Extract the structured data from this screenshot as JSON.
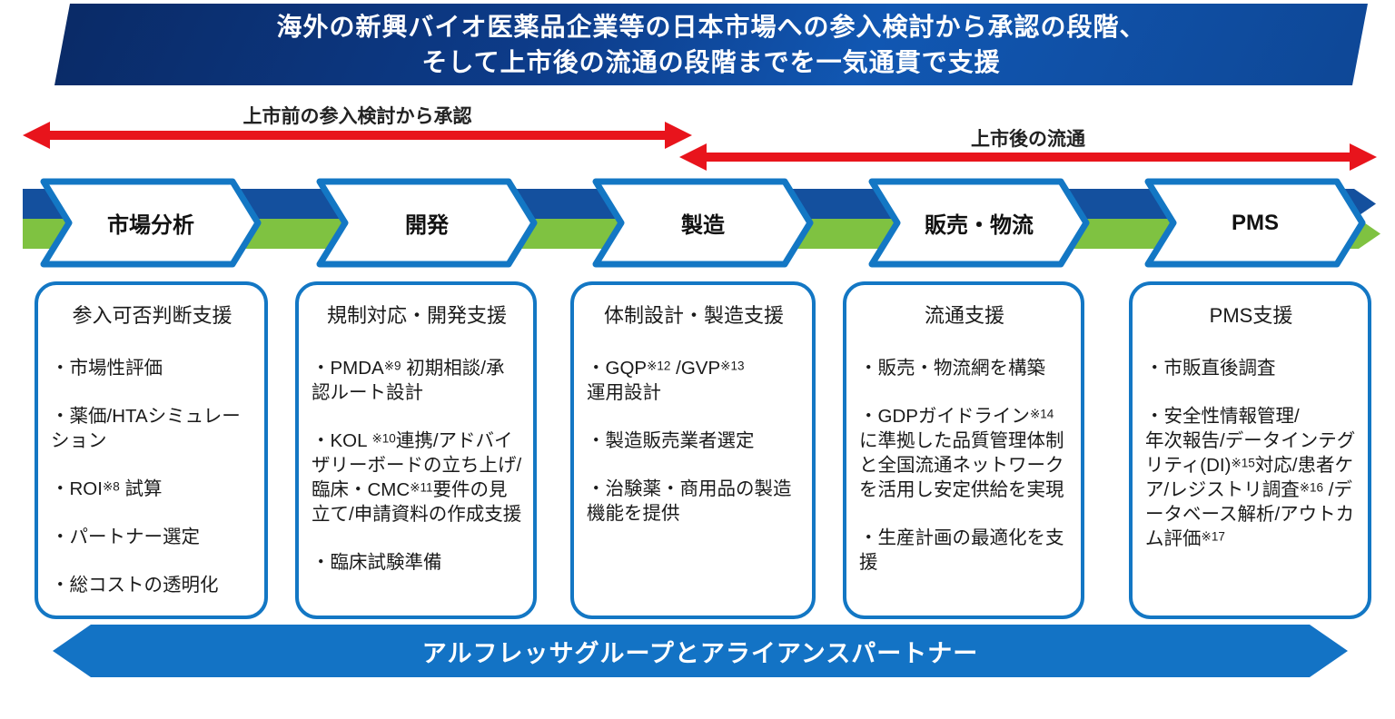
{
  "header": {
    "line1": "海外の新興バイオ医薬品企業等の日本市場への参入検討から承認の段階、",
    "line2": "そして上市後の流通の段階までを一気通貫で支援"
  },
  "timeline": {
    "premarket_label": "上市前の参入検討から承認",
    "postmarket_label": "上市後の流通"
  },
  "process_steps": [
    "市場分析",
    "開発",
    "製造",
    "販売・物流",
    "PMS"
  ],
  "support_boxes": [
    {
      "title": "参入可否判断支援",
      "items": [
        "・市場性評価",
        "・薬価/HTAシミュレーション",
        "・ROI※8 試算",
        "・パートナー選定",
        "・総コストの透明化"
      ]
    },
    {
      "title": "規制対応・開発支援",
      "items": [
        "・PMDA※9 初期相談/承認ルート設計",
        "・KOL ※10連携/アドバイザリーボードの立ち上げ/臨床・CMC※11要件の見立て/申請資料の作成支援",
        "・臨床試験準備"
      ]
    },
    {
      "title": "体制設計・製造支援",
      "items": [
        "・GQP※12 /GVP※13\n運用設計",
        "・製造販売業者選定",
        "・治験薬・商用品の製造機能を提供"
      ]
    },
    {
      "title": "流通支援",
      "items": [
        "・販売・物流網を構築",
        "・GDPガイドライン※14に準拠した品質管理体制と全国流通ネットワークを活用し安定供給を実現",
        "・生産計画の最適化を支援"
      ]
    },
    {
      "title": "PMS支援",
      "items": [
        "・市販直後調査",
        "・安全性情報管理/\n年次報告/データインテグリティ(DI)※15対応/患者ケア/レジストリ調査※16 /データベース解析/アウトカム評価※17"
      ]
    }
  ],
  "footer": {
    "label": "アルフレッサグループとアライアンスパートナー"
  },
  "colors": {
    "header_navy": "#0a2a66",
    "header_blue": "#1157b2",
    "stripe_blue": "#14509e",
    "stripe_green": "#7fc241",
    "chevron_border": "#1377c4",
    "arrow_red": "#e8141c",
    "footer_blue": "#1373c5"
  }
}
